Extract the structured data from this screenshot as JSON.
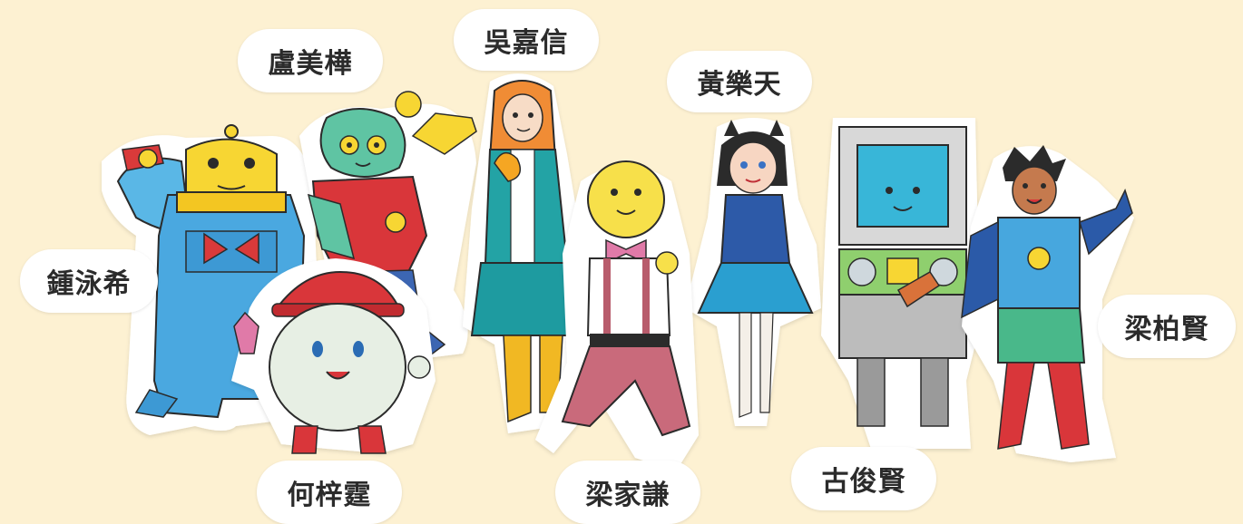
{
  "background_color": "#fdf1d2",
  "bubble_color": "#ffffff",
  "text_color": "#2b2b2b",
  "characters": [
    {
      "name": "鍾泳希",
      "icon": "bell-robot-character"
    },
    {
      "name": "盧美樺",
      "icon": "green-alien-character"
    },
    {
      "name": "吳嘉信",
      "icon": "orange-hair-girl-character"
    },
    {
      "name": "黃樂天",
      "icon": "cat-ear-girl-character"
    },
    {
      "name": "何梓霆",
      "icon": "round-cap-character"
    },
    {
      "name": "梁家謙",
      "icon": "yellow-bulb-head-character"
    },
    {
      "name": "古俊賢",
      "icon": "tv-robot-character"
    },
    {
      "name": "梁柏賢",
      "icon": "spiky-hair-boy-character"
    }
  ]
}
